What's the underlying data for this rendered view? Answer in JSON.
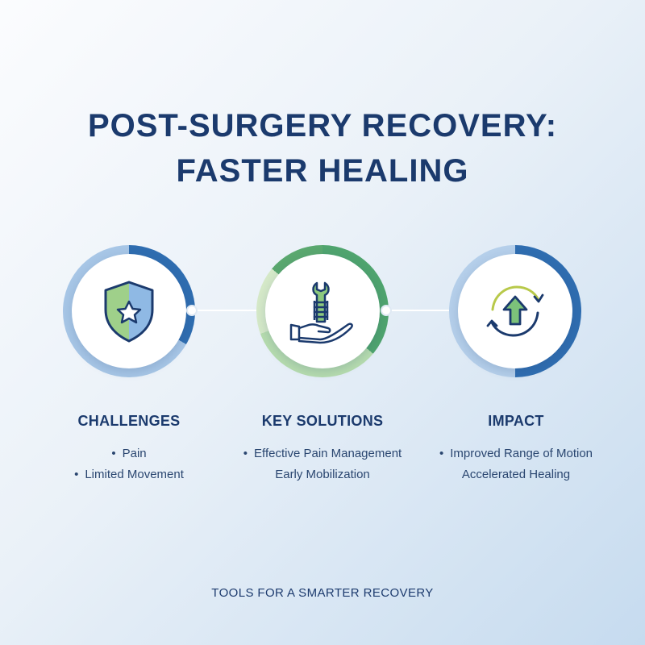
{
  "title": {
    "line1": "POST-SURGERY RECOVERY:",
    "line2": "FASTER HEALING"
  },
  "columns": [
    {
      "icon": "shield-star-icon",
      "heading": "CHALLENGES",
      "items": [
        "Pain",
        "Limited Movement"
      ]
    },
    {
      "icon": "hand-wrench-icon",
      "heading": "KEY SOLUTIONS",
      "items": [
        "Effective Pain Management",
        "Early Mobilization"
      ]
    },
    {
      "icon": "cycle-arrow-up-icon",
      "heading": "IMPACT",
      "items": [
        "Improved Range of Motion",
        "Accelerated Healing"
      ]
    }
  ],
  "footer": "TOOLS FOR A SMARTER RECOVERY",
  "colors": {
    "navy": "#1b3a6d",
    "blue": "#2f6db0",
    "green": "#5aa86f",
    "light_blue": "#a7c6e6"
  }
}
